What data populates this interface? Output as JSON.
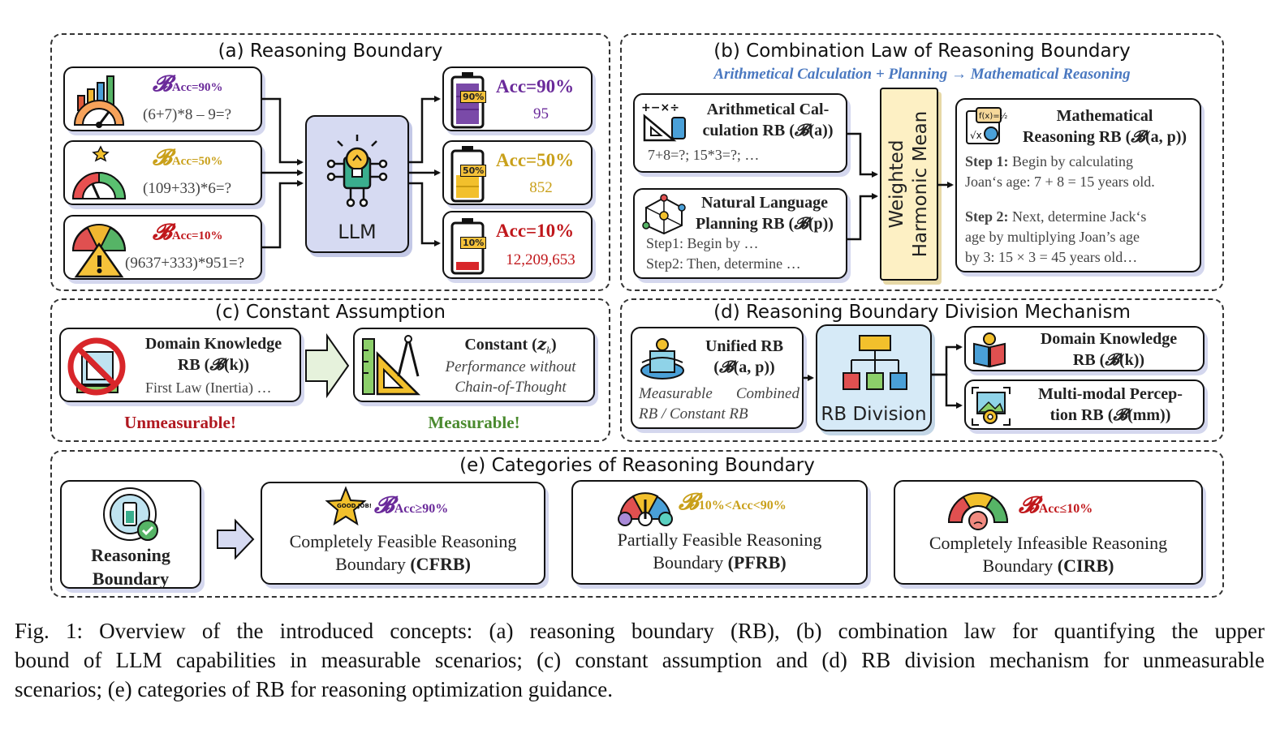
{
  "a": {
    "title": "(a) Reasoning Boundary",
    "rows": [
      {
        "sub": "Acc=90%",
        "expr": "(6+7)*8 – 9=?"
      },
      {
        "sub": "Acc=50%",
        "expr": "(109+33)*6=?"
      },
      {
        "sub": "Acc=10%",
        "expr": "(9637+333)*951=?"
      }
    ],
    "llm": "LLM",
    "outputs": [
      {
        "badge": "90%",
        "acc": "Acc=90%",
        "value": "95"
      },
      {
        "badge": "50%",
        "acc": "Acc=50%",
        "value": "852"
      },
      {
        "badge": "10%",
        "acc": "Acc=10%",
        "value": "12,209,653"
      }
    ],
    "colors": {
      "purple": "#6a2a9a",
      "yellow": "#c9a01a",
      "red": "#c0171b"
    }
  },
  "b": {
    "title": "(b) Combination Law of Reasoning Boundary",
    "subtitle": "Arithmetical Calculation + Planning → Mathematical Reasoning",
    "arith_title_1": "Arithmetical Cal-",
    "arith_title_2": "culation RB (",
    "arith_arg": "(a))",
    "arith_example": "7+8=?; 15*3=?; …",
    "plan_title_1": "Natural Language",
    "plan_title_2": "Planning RB (",
    "plan_arg": "(p))",
    "plan_step1": "Step1: Begin by …",
    "plan_step2": "Step2: Then, determine …",
    "mean_1": "Weighted",
    "mean_2": "Harmonic Mean",
    "math_title_1": "Mathematical",
    "math_title_2": "Reasoning RB (",
    "math_arg": "(a, p))",
    "step1_label": "Step 1:",
    "step1_text_1": " Begin by calculating",
    "step1_text_2": "Joan‘s age: 7 + 8 = 15 years old.",
    "step2_label": "Step 2:",
    "step2_text_1": " Next, determine Jack‘s",
    "step2_text_2": "age by multiplying Joan’s age",
    "step2_text_3": "by 3: 15 × 3 = 45 years old…",
    "subtitle_color": "#4a78c0"
  },
  "c": {
    "title": "(c) Constant Assumption",
    "dk_title_1": "Domain Knowledge",
    "dk_title_2": "RB (",
    "dk_arg": "(k))",
    "dk_example": "First Law (Inertia) …",
    "const_title": "Constant (",
    "const_arg": "z",
    "const_sub": "k",
    "const_close": ")",
    "const_desc_1": "Performance without",
    "const_desc_2": "Chain-of-Thought",
    "unmeasurable": "Unmeasurable!",
    "measurable": "Measurable!",
    "colors": {
      "unmeasurable": "#b01820",
      "measurable": "#4a8a2e"
    }
  },
  "d": {
    "title": "(d) Reasoning Boundary Division Mechanism",
    "unified_1": "Unified RB",
    "unified_2": "(a, p))",
    "unified_desc_1": "Measurable Combined",
    "unified_desc_2": "RB / Constant RB",
    "division": "RB Division",
    "dk_1": "Domain Knowledge",
    "dk_2": "RB (",
    "dk_arg": "(k))",
    "mm_1": "Multi-modal Percep-",
    "mm_2": "tion RB (",
    "mm_arg": "(mm))"
  },
  "e": {
    "title": "(e) Categories of Reasoning Boundary",
    "rb_1": "Reasoning",
    "rb_2": "Boundary",
    "cats": [
      {
        "sub": "Acc≥90%",
        "line1": "Completely Feasible Reasoning",
        "line2": "Boundary ",
        "abbr": "(CFRB)"
      },
      {
        "sub": "10%<Acc<90%",
        "line1": "Partially Feasible Reasoning",
        "line2": "Boundary ",
        "abbr": "(PFRB)"
      },
      {
        "sub": "Acc≤10%",
        "line1": "Completely Infeasible Reasoning",
        "line2": "Boundary ",
        "abbr": "(CIRB)"
      }
    ],
    "good_job": "GOOD JOB!"
  },
  "symbol": "𝓑",
  "caption": {
    "line1": "Fig. 1: Overview of the introduced concepts: (a) reasoning boundary (RB), (b) combination law for quantifying the upper",
    "line2": "bound of LLM capabilities in measurable scenarios; (c) constant assumption and (d) RB division mechanism for unmeasurable",
    "line3": "scenarios; (e) categories of RB for reasoning optimization guidance."
  }
}
